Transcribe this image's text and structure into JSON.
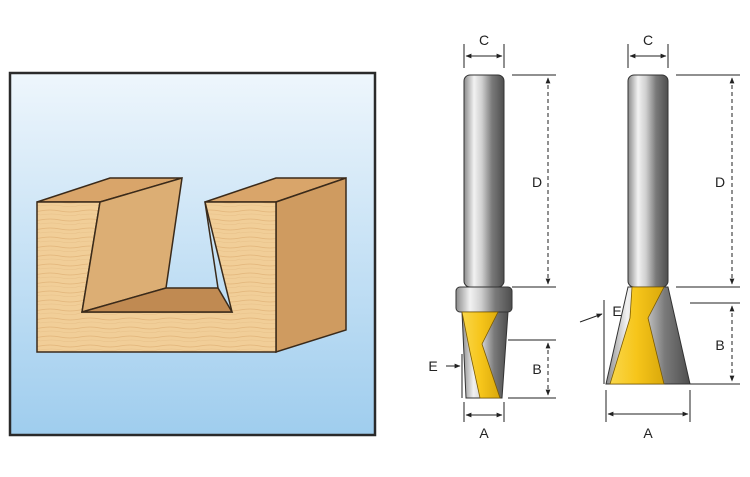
{
  "labels": {
    "bit1": {
      "a": "A",
      "b": "B",
      "c": "C",
      "d": "D",
      "e": "E"
    },
    "bit2": {
      "a": "A",
      "b": "B",
      "c": "C",
      "d": "D",
      "e": "E"
    }
  },
  "colors": {
    "frame": "#2a2a2a",
    "sky_top": "#eef6fc",
    "sky_bottom": "#9fcdee",
    "wood_front": "#f1ce98",
    "wood_top": "#d9a56a",
    "wood_side": "#cf9b60",
    "wood_groove": "#c08a52",
    "steel_light": "#e8e8e8",
    "steel_dark": "#6a6a6a",
    "carbide": "#f6c51a"
  }
}
